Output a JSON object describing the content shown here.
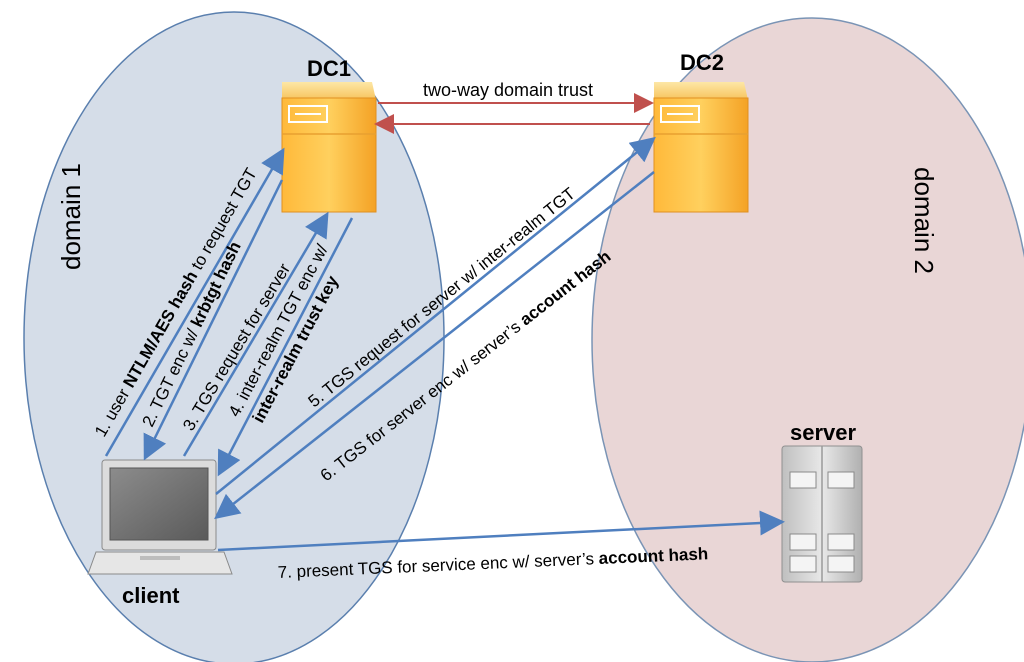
{
  "nodes": {
    "dc1": "DC1",
    "dc2": "DC2",
    "server": "server",
    "client": "client"
  },
  "domains": {
    "domain1": "domain 1",
    "domain2": "domain 2"
  },
  "trust": {
    "label": "two-way domain trust"
  },
  "steps": {
    "s1": {
      "pre": "1. user ",
      "bold": "NTLM/AES hash",
      "post": " to request TGT"
    },
    "s2": {
      "pre": "2. TGT enc w/ ",
      "bold": "krbtgt hash",
      "post": ""
    },
    "s3": {
      "pre": "3. TGS request for server",
      "bold": "",
      "post": ""
    },
    "s4": {
      "pre": "4. inter-realm TGT enc w/",
      "bold": "inter-realm trust key",
      "post": ""
    },
    "s5": {
      "pre": "5. TGS request for server w/ inter-realm TGT",
      "bold": "",
      "post": ""
    },
    "s6": {
      "pre": "6. TGS for server enc w/ server’s ",
      "bold": "account hash",
      "post": ""
    },
    "s7": {
      "pre": "7. present TGS for service enc w/ server’s ",
      "bold": "account hash",
      "post": ""
    }
  },
  "colors": {
    "domain1_fill": "#d5dde8",
    "domain2_fill": "#e9d6d6",
    "arrow_blue": "#4f7fbf",
    "arrow_red": "#c0504d",
    "dc_fill": "#f5a623"
  }
}
